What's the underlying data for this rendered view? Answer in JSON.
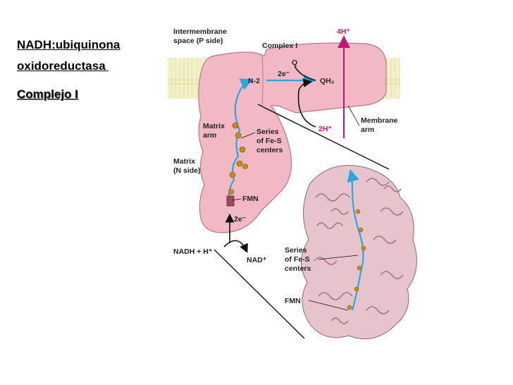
{
  "slide": {
    "title_line1": "NADH:ubiquinona",
    "title_line2": "oxidoreductasa ",
    "title_line3": "Complejo I"
  },
  "diagram": {
    "intermembrane_line1": "Intermembrane",
    "intermembrane_line2": "space (P side)",
    "complex_label": "Complex I",
    "q_label": "Q",
    "qh2_label": "QH₂",
    "two_e_top": "2e⁻",
    "n2_label": "N-2",
    "four_h_label": "4H⁺",
    "two_h_label": "2H⁺",
    "membrane_arm_line1": "Membrane",
    "membrane_arm_line2": "arm",
    "matrix_arm_line1": "Matrix",
    "matrix_arm_line2": "arm",
    "fes_line1": "Series",
    "fes_line2": "of Fe-S",
    "fes_line3": "centers",
    "matrix_side_line1": "Matrix",
    "matrix_side_line2": "(N side)",
    "fmn_label": "FMN",
    "two_e_bottom": "2e⁻",
    "nadh_label": "NADH + H⁺",
    "nad_label": "NAD⁺",
    "struct_fes_line1": "Series",
    "struct_fes_line2": "of Fe-S",
    "struct_fes_line3": "centers",
    "struct_fmn_label": "FMN"
  },
  "colors": {
    "complex_fill": "#f2b8c4",
    "complex_stroke": "#b07a86",
    "membrane": "#f0eec0",
    "electron_path": "#2aa6e0",
    "proton_arrow": "#c4177a",
    "protein_ribbon": "#d8a8b4",
    "fes_cluster": "#c88a1a"
  }
}
